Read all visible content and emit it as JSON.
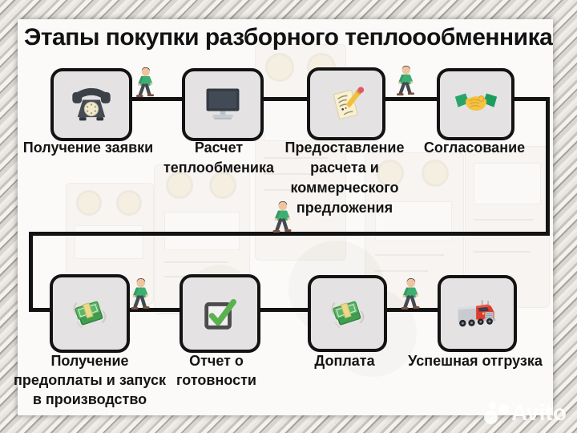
{
  "title": "Этапы покупки разборного теплоообменника",
  "steps": [
    {
      "label": "Получение заявки",
      "icon": "phone-icon"
    },
    {
      "label": "Расчет теплообменика",
      "icon": "computer-icon"
    },
    {
      "label": "Предоставление расчета и коммерческого предложения",
      "icon": "memo-pencil-icon"
    },
    {
      "label": "Согласование",
      "icon": "handshake-icon"
    },
    {
      "label": "Получение предоплаты и запуск в производство",
      "icon": "money-icon"
    },
    {
      "label": "Отчет о готовности",
      "icon": "checkbox-icon"
    },
    {
      "label": "Доплата",
      "icon": "money-icon"
    },
    {
      "label": "Успешная отгрузка",
      "icon": "truck-icon"
    }
  ],
  "connector": {
    "between_steps_icon": "walking-person-icon"
  },
  "watermark": {
    "label": "Avito"
  },
  "colors": {
    "panel": "#fbfaf9",
    "line": "#131313",
    "box_fill": "#e4e2e3",
    "box_border": "#131313",
    "text": "#141414",
    "money_green": "#4fae5d",
    "check_green": "#5bb14f",
    "truck_red": "#e03b2e",
    "handshake_yellow": "#f5c242",
    "handshake_sleeve_green": "#2aa56a",
    "walker_shirt_green": "#3fae73",
    "watermark_white": "#ffffff"
  }
}
